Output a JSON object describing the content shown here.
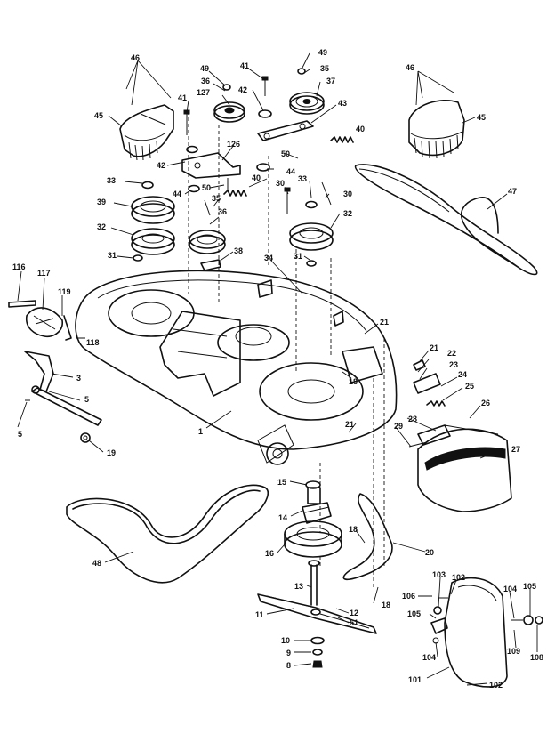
{
  "callouts": {
    "c45a": "45",
    "c46a": "46",
    "c49a": "49",
    "c36a": "36",
    "c127": "127",
    "c41a": "41",
    "c42a": "42",
    "c41b": "41",
    "c49b": "49",
    "c35a": "35",
    "c37": "37",
    "c43": "43",
    "c126": "126",
    "c42b": "42",
    "c40a": "40",
    "c50a": "50",
    "c44a": "44",
    "c50b": "50",
    "c44b": "44",
    "c40b": "40",
    "c33a": "33",
    "c39": "39",
    "c35b": "35",
    "c36b": "36",
    "c30a": "30",
    "c33b": "33",
    "c30b": "30",
    "c32a": "32",
    "c32b": "32",
    "c31a": "31",
    "c38": "38",
    "c31b": "31",
    "c46b": "46",
    "c45b": "45",
    "c47": "47",
    "c116": "116",
    "c117": "117",
    "c119": "119",
    "c118": "118",
    "c34": "34",
    "c21a": "21",
    "c21b": "21",
    "c22": "22",
    "c23": "23",
    "c24": "24",
    "c25": "25",
    "c26": "26",
    "c28": "28",
    "c29": "29",
    "c27": "27",
    "c3": "3",
    "c5a": "5",
    "c5b": "5",
    "c19": "19",
    "c1": "1",
    "c21c": "21",
    "c18a": "18",
    "c15": "15",
    "c14": "14",
    "c16": "16",
    "c48": "48",
    "c18b": "18",
    "c20": "20",
    "c13": "13",
    "c11": "11",
    "c12": "12",
    "c51": "51",
    "c10": "10",
    "c9": "9",
    "c8": "8",
    "c18c": "18",
    "c103": "103",
    "c102a": "102",
    "c106": "106",
    "c105a": "105",
    "c104a": "104",
    "c101": "101",
    "c102b": "102",
    "c104b": "104",
    "c105b": "105",
    "c109": "109",
    "c108": "108"
  },
  "icons": [
    "mower-deck-icon",
    "pulley-icon",
    "belt-icon",
    "blade-icon",
    "chute-icon",
    "spring-icon",
    "bolt-icon"
  ]
}
